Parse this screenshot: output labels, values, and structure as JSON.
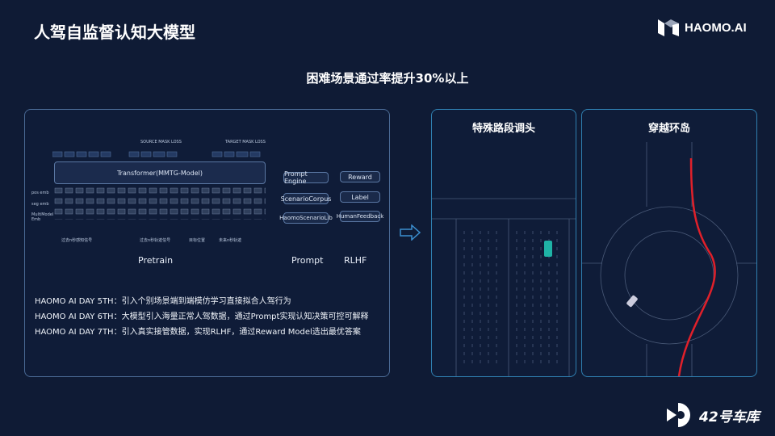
{
  "header": {
    "title": "人驾自监督认知大模型",
    "logo_text": "HAOMO.AI"
  },
  "subtitle": "困难场景通过率提升30%以上",
  "diagram": {
    "source_loss": "SOURCE MASK LOSS",
    "target_loss": "TARGET MASK LOSS",
    "transformer": "Transformer(MMTG-Model)",
    "row_labels": [
      "pos emb",
      "seg emb",
      "MultiModel Emb"
    ],
    "group_labels": [
      "过去n秒感知信号",
      "过去n秒轨迹信号",
      "目标位置",
      "未来n秒轨迹"
    ],
    "prompt_boxes": [
      "Prompt Engine",
      "ScenarioCorpus",
      "HaomoScenarioLib"
    ],
    "rlhf_boxes": [
      "Reward",
      "Label",
      "HumanFeedback"
    ],
    "stages": [
      "Pretrain",
      "Prompt",
      "RLHF"
    ]
  },
  "notes": [
    {
      "day": "HAOMO AI DAY 5TH",
      "text": "：引入个别场景端到端模仿学习直接拟合人驾行为"
    },
    {
      "day": "HAOMO AI DAY 6TH",
      "text": "：大模型引入海量正常人驾数据，通过Prompt实现认知决策可控可解释"
    },
    {
      "day": "HAOMO AI DAY 7TH",
      "text": "：引入真实接管数据，实现RLHF，通过Reward Model选出最优答案"
    }
  ],
  "scenes": [
    {
      "title": "特殊路段调头"
    },
    {
      "title": "穿越环岛"
    }
  ],
  "footer": {
    "brand": "42号车库"
  }
}
